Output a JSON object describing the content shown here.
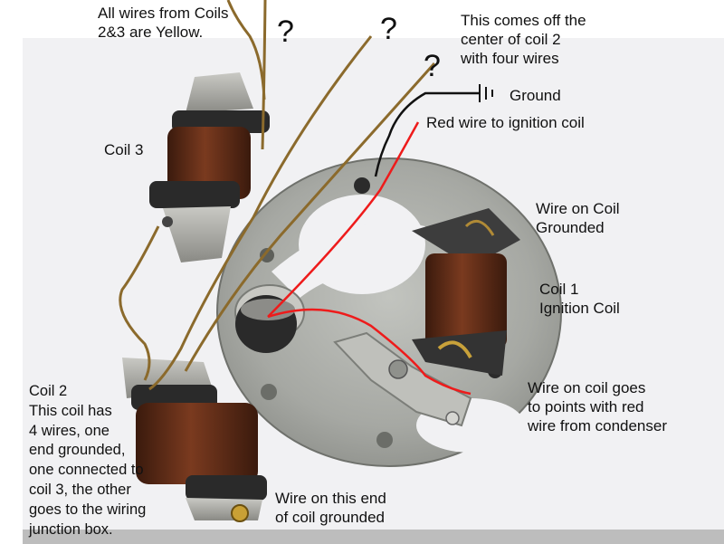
{
  "labels": {
    "top_left": "All wires from Coils\n2&3 are Yellow.",
    "q1": "?",
    "q2": "?",
    "q3": "?",
    "center_coil": "This comes off the\ncenter of coil 2\nwith four wires",
    "ground": "Ground",
    "red_wire": "Red wire to ignition coil",
    "coil3": "Coil 3",
    "wire_grounded": "Wire on Coil\nGrounded",
    "coil1": "Coil 1\nIgnition Coil",
    "coil2": "Coil 2\nThis coil has\n4 wires, one\nend grounded,\none connected to\ncoil 3, the other\ngoes to the wiring\njunction box.",
    "points": "Wire on coil goes\nto points with red\nwire from condenser",
    "end_grounded": "Wire on this end\nof coil grounded"
  },
  "colors": {
    "background": "#ffffff",
    "paper": "#f1f1f3",
    "plate": "#a9aba6",
    "coil_copper": "#5e2c17",
    "red_wire": "#ee1b1b",
    "yellow_wire": "#8b6a2c",
    "black_wire": "#111111",
    "text": "#111111"
  }
}
